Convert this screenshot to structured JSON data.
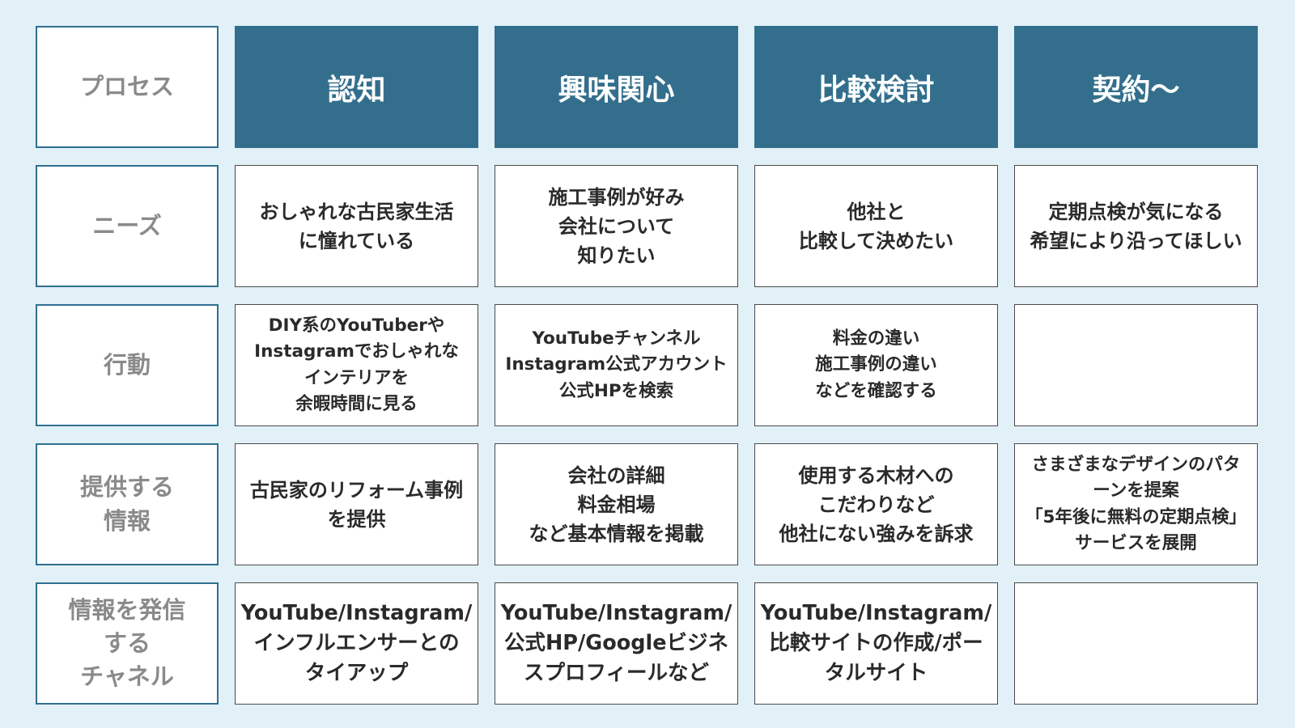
{
  "rows": {
    "process": {
      "label": "プロセス",
      "stages": [
        "認知",
        "興味関心",
        "比較検討",
        "契約〜"
      ]
    },
    "needs": {
      "label": "ニーズ",
      "cells": [
        "おしゃれな古民家生活\nに憧れている",
        "施工事例が好み\n会社について\n知りたい",
        "他社と\n比較して決めたい",
        "定期点検が気になる\n希望により沿ってほしい"
      ]
    },
    "action": {
      "label": "行動",
      "cells": [
        "DIY系のYouTuberや\nInstagramでおしゃれな\nインテリアを\n余暇時間に見る",
        "YouTubeチャンネル\nInstagram公式アカウント\n公式HPを検索",
        "料金の違い\n施工事例の違い\nなどを確認する",
        ""
      ]
    },
    "info": {
      "label": "提供する\n情報",
      "cells": [
        "古民家のリフォーム事例\nを提供",
        "会社の詳細\n料金相場\nなど基本情報を掲載",
        "使用する木材への\nこだわりなど\n他社にない強みを訴求",
        "さまざまなデザインのパタ\nーンを提案\n「5年後に無料の定期点検」\nサービスを展開"
      ]
    },
    "channel": {
      "label": "情報を発信\nする\nチャネル",
      "cells": [
        "YouTube/Instagram/\nインフルエンサーとの\nタイアップ",
        "YouTube/Instagram/\n公式HP/Googleビジネ\nスプロフィールなど",
        "YouTube/Instagram/\n比較サイトの作成/ポー\nタルサイト",
        ""
      ]
    }
  },
  "colors": {
    "background": "#e2f1f7",
    "header_fill": "#336f8d",
    "label_border": "#2f6f8f",
    "label_text": "#8a8a8a"
  }
}
